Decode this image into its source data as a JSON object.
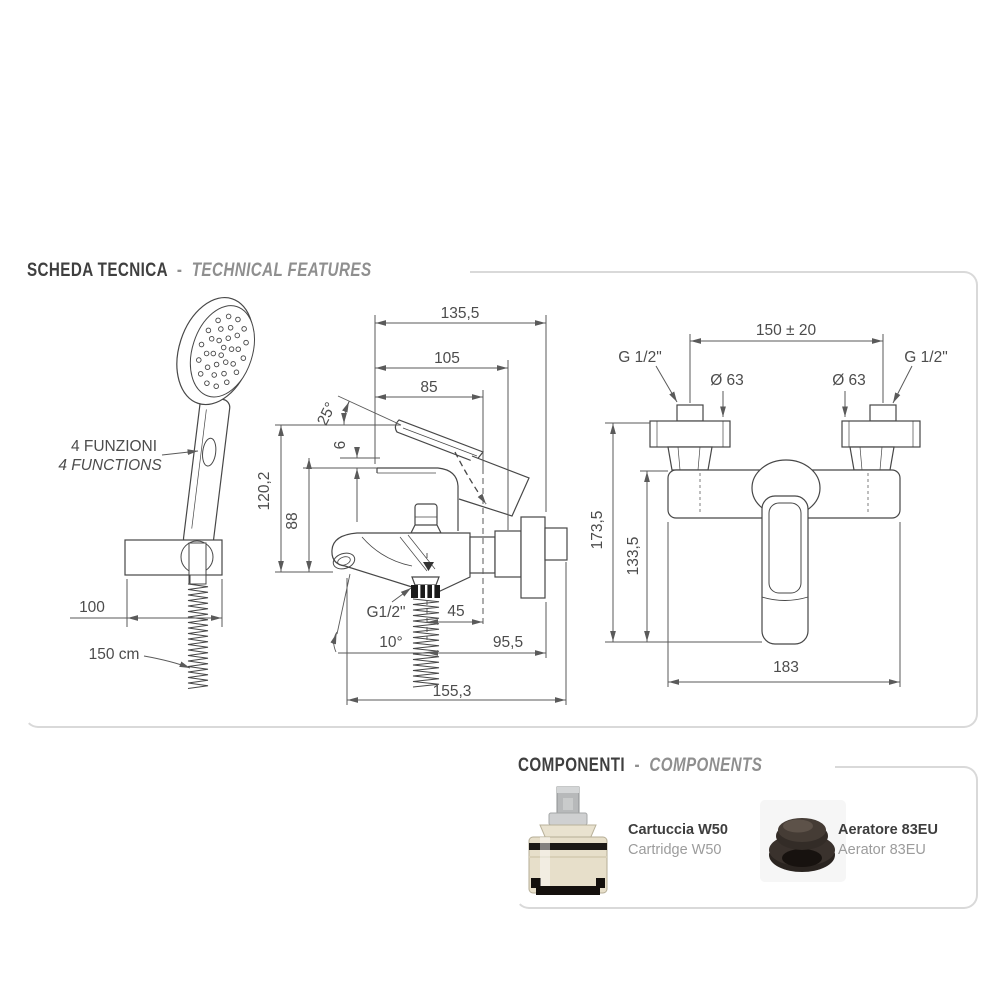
{
  "sections": {
    "technical": {
      "title_it": "SCHEDA TECNICA",
      "sep": "-",
      "title_en": "TECHNICAL FEATURES"
    },
    "components": {
      "title_it": "COMPONENTI",
      "sep": "-",
      "title_en": "COMPONENTS",
      "items": [
        {
          "name_it": "Cartuccia W50",
          "name_en": "Cartridge W50",
          "icon": "cartridge-photo"
        },
        {
          "name_it": "Aeratore 83EU",
          "name_en": "Aerator 83EU",
          "icon": "aerator-photo"
        }
      ]
    }
  },
  "handshower": {
    "functions_it": "4 FUNZIONI",
    "functions_en": "4 FUNCTIONS",
    "bracket_width": "100",
    "hose_length": "150 cm"
  },
  "side_view": {
    "width_total": "135,5",
    "width_to_cartridge": "105",
    "width_to_lever": "85",
    "lever_angle": "25°",
    "lever_rise": "6",
    "height_overall": "120,2",
    "height_spout": "88",
    "outlet_thread": "G1/2\"",
    "outlet_offset": "45",
    "spout_angle": "10°",
    "depth_outlet": "95,5",
    "depth_total": "155,3"
  },
  "front_view": {
    "inlet_distance": "150 ± 20",
    "inlet_thread_left": "G 1/2\"",
    "inlet_thread_right": "G 1/2\"",
    "flange_left": "Ø 63",
    "flange_right": "Ø 63",
    "height_total": "173,5",
    "height_body": "133,5",
    "width_total": "183"
  },
  "colors": {
    "line": "#474747",
    "dim": "#5a5a5a",
    "panel_border": "#d9d9d9",
    "title_dark": "#3f3f3f",
    "title_gray": "#8f8f8f"
  }
}
